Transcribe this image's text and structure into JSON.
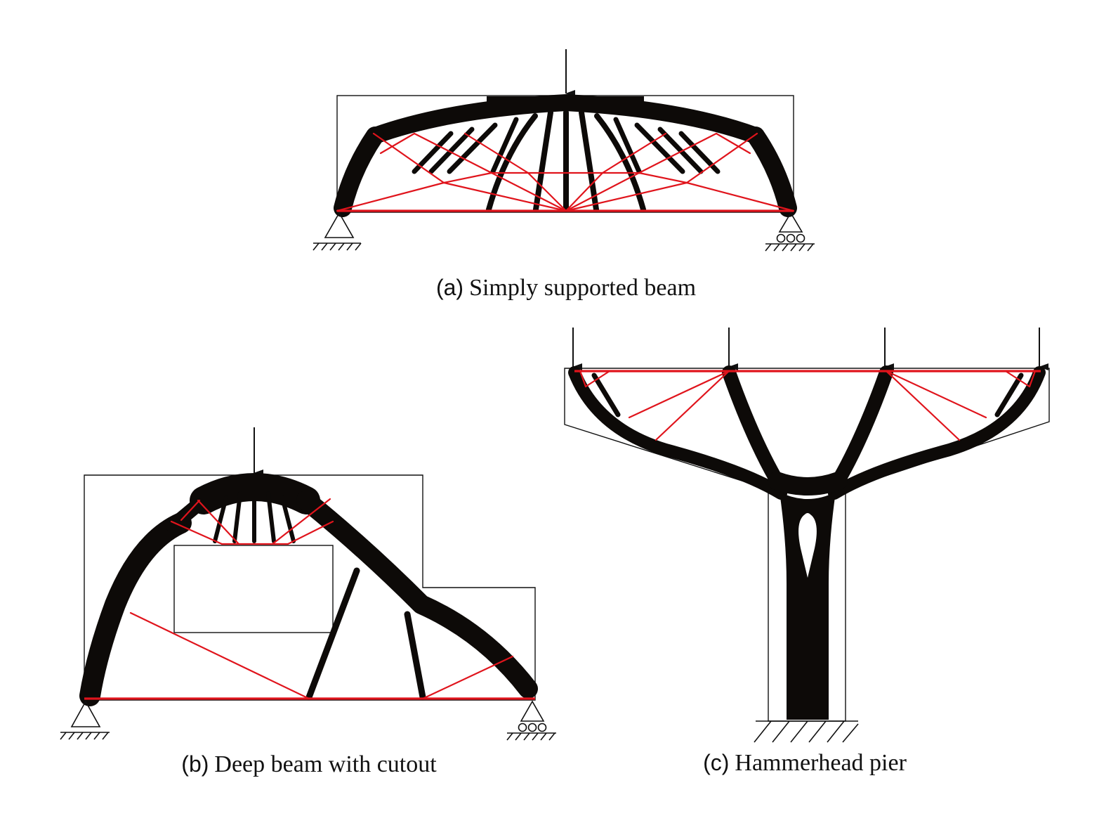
{
  "panels": [
    {
      "letter": "(a)",
      "caption": "Simply supported beam"
    },
    {
      "letter": "(b)",
      "caption": "Deep beam with cutout"
    },
    {
      "letter": "(c)",
      "caption": "Hammerhead pier"
    }
  ],
  "colors": {
    "material": "#0d0a08",
    "tie": "#e0141c",
    "outline": "#111111"
  }
}
